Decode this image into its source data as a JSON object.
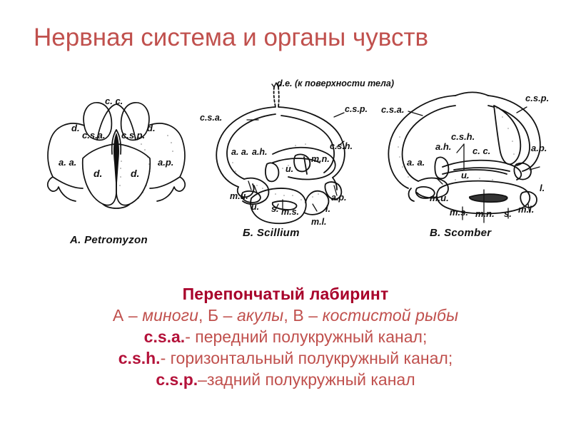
{
  "slide": {
    "title": "Нервная система и органы чувств",
    "title_color": "#c0504d",
    "background_color": "#ffffff"
  },
  "figure": {
    "panels": [
      {
        "id": "A",
        "caption": "A. Petromyzon",
        "species_common": "минога",
        "labels": [
          "c. c.",
          "d.",
          "c.s.a.",
          "c.s.p.",
          "d.",
          "a. a.",
          "d.",
          "d.",
          "a.p."
        ]
      },
      {
        "id": "Б",
        "caption": "Б. Scillium",
        "species_common": "акула",
        "labels": [
          "d.e. (к поверхности тела)",
          "c.s.a.",
          "c.s.p.",
          "c.s.h.",
          "a. a.",
          "a.h.",
          "m.n.",
          "u.",
          "m.u.",
          "u.",
          "s.",
          "m.s.",
          "a.p.",
          "l.",
          "m.l."
        ]
      },
      {
        "id": "В",
        "caption": "В. Scomber",
        "species_common": "костистая рыба",
        "labels": [
          "c.s.a.",
          "c.s.p.",
          "c.s.h.",
          "a.h.",
          "c. c.",
          "a.p.",
          "a. a.",
          "u.",
          "m.u.",
          "m.s.",
          "m.n.",
          "s.",
          "m.l.",
          "l."
        ]
      }
    ],
    "panel_label_a": {
      "cc": "c. c.",
      "d_left": "d.",
      "csa": "c.s.a.",
      "csp": "c.s.p.",
      "d_right": "d.",
      "aa": "a. a.",
      "d_bottom_left": "d.",
      "d_bottom_right": "d.",
      "ap": "a.p."
    },
    "panel_label_b": {
      "de": "d.e. (к поверхности тела)",
      "csa": "c.s.a.",
      "csp": "c.s.p.",
      "csh": "c.s.h.",
      "aa": "a. a.",
      "ah": "a.h.",
      "mn": "m.n.",
      "u_mid": "u.",
      "mu": "m.u.",
      "u_bottom": "u.",
      "s": "s.",
      "ms": "m.s.",
      "ap": "a.p.",
      "l": "l.",
      "ml": "m.l."
    },
    "panel_label_c": {
      "csa": "c.s.a.",
      "csp": "c.s.p.",
      "csh": "c.s.h.",
      "ah": "a.h.",
      "cc": "c. c.",
      "ap": "a.p.",
      "aa": "a. a.",
      "u": "u.",
      "mu": "m.u.",
      "ms": "m.s.",
      "mn": "m.n.",
      "s": "s.",
      "ml": "m.l.",
      "l": "l."
    }
  },
  "caption": {
    "title": "Перепончатый лабиринт",
    "species_line": {
      "a_prefix": "А – ",
      "a_name": "миноги",
      "sep1": ", ",
      "b_prefix": "Б – ",
      "b_name": "акулы",
      "sep2": ", ",
      "c_prefix": "В – ",
      "c_name": "костистой рыбы"
    },
    "legend": [
      {
        "abbr": "c.s.a.",
        "dash": "-",
        "text": " передний полукружный канал;"
      },
      {
        "abbr": "c.s.h.",
        "dash": "-",
        "text": " горизонтальный полукружный канал;"
      },
      {
        "abbr": "c.s.p.",
        "dash": "–",
        "text": "задний полукружный канал"
      }
    ],
    "colors": {
      "title": "#a8002a",
      "body": "#c0504d",
      "abbr": "#b4123a"
    }
  }
}
